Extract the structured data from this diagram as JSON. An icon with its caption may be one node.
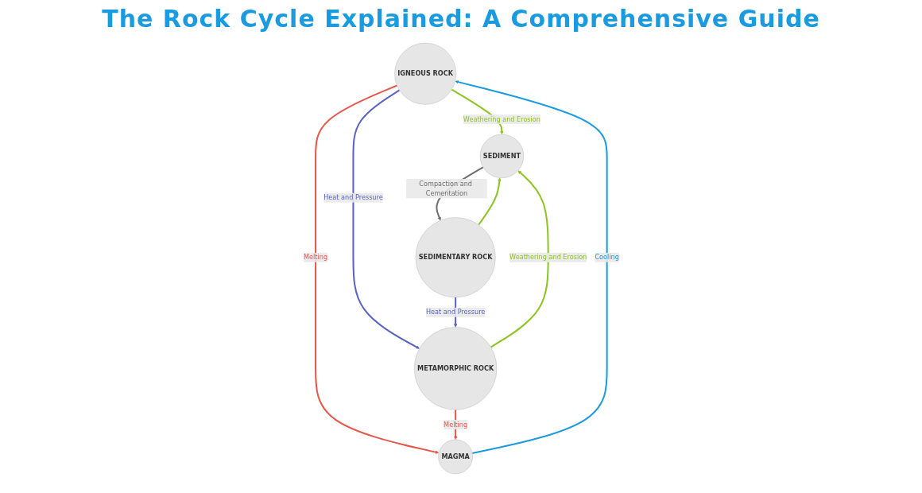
{
  "diagram": {
    "title": "The Rock Cycle Explained: A Comprehensive Guide",
    "nodes": [
      {
        "text": [
          "IGNEOUS ROCK"
        ]
      },
      {
        "text": [
          "MAGMA"
        ]
      },
      {
        "text": [
          "SEDIMENT"
        ]
      },
      {
        "text": [
          "METAMORPHIC ROCK"
        ]
      },
      {
        "text": [
          "SEDIMENTARY ROCK"
        ]
      }
    ],
    "edges": [
      {
        "from": 1,
        "to": 0,
        "arrow": "to",
        "label": "Cooling",
        "color": "#1a9be0"
      },
      {
        "from": 0,
        "to": 1,
        "arrow": "to",
        "label": "Melting",
        "color": "#e8564a"
      },
      {
        "from": 0,
        "to": 2,
        "arrow": "to",
        "label": "Weathering and Erosion",
        "color": "#8cc420"
      },
      {
        "from": 0,
        "to": 3,
        "arrow": "to",
        "label": "Heat and Pressure",
        "color": "#5a63c4"
      },
      {
        "from": 3,
        "to": 2,
        "arrow": "to",
        "label": "Weathering and Erosion",
        "color": "#8cc420"
      },
      {
        "from": 4,
        "to": 2,
        "arrow": "to",
        "color": "#8cc420"
      },
      {
        "from": 2,
        "to": 4,
        "arrow": "to",
        "label": "Compaction and Cementation",
        "color": "#6e6e6e"
      },
      {
        "from": 3,
        "to": 1,
        "arrow": "to",
        "label": "Melting",
        "color": "#e8564a"
      },
      {
        "from": 4,
        "to": 3,
        "arrow": "to",
        "label": "Heat and Pressure",
        "color": "#5a63c4"
      }
    ]
  }
}
